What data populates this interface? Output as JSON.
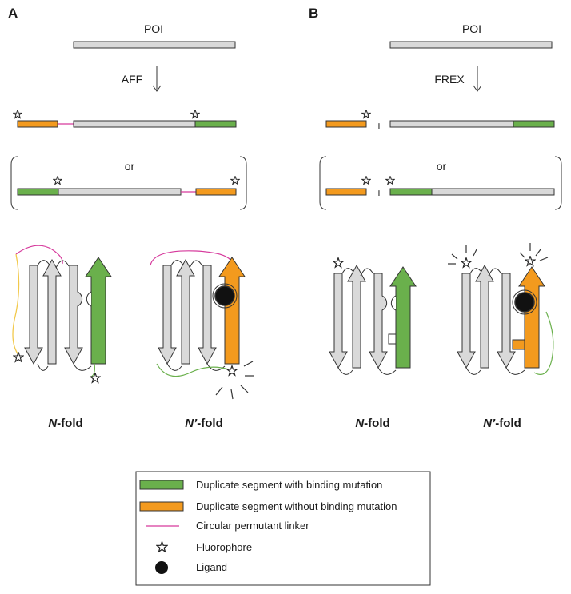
{
  "panels": {
    "a": {
      "label": "A",
      "poi": "POI",
      "method": "AFF",
      "or": "or",
      "fold_n_prefix": "N",
      "fold_n_suffix": "-fold",
      "fold_np_prefix": "N’",
      "fold_np_suffix": "-fold"
    },
    "b": {
      "label": "B",
      "poi": "POI",
      "method": "FREX",
      "or": "or",
      "plus": "+",
      "fold_n_prefix": "N",
      "fold_n_suffix": "-fold",
      "fold_np_prefix": "N’",
      "fold_np_suffix": "-fold"
    }
  },
  "legend": {
    "items": [
      {
        "label": "Duplicate segment with binding mutation",
        "icon": "green-bar"
      },
      {
        "label": "Duplicate segment without binding mutation",
        "icon": "orange-bar"
      },
      {
        "label": "Circular permutant linker",
        "icon": "magenta-line"
      },
      {
        "label": "Fluorophore",
        "icon": "star-icon"
      },
      {
        "label": "Ligand",
        "icon": "black-dot"
      }
    ]
  },
  "colors": {
    "green": "#6ab04c",
    "orange": "#f39a1e",
    "gray": "#d9d9d9",
    "linker": "#d6399c",
    "yellow_linker": "#f2c94c"
  }
}
